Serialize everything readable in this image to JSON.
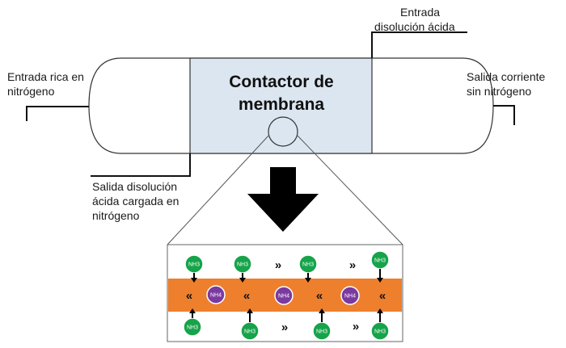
{
  "contactor": {
    "title_line1": "Contactor de",
    "title_line2": "membrana"
  },
  "labels": {
    "inlet_rich_line1": "Entrada rica en",
    "inlet_rich_line2": "nitrógeno",
    "outlet_free_line1": "Salida corriente",
    "outlet_free_line2": "sin nitrógeno",
    "acid_inlet_line1": "Entrada",
    "acid_inlet_line2": "disolución ácida",
    "acid_outlet_line1": "Salida disolución",
    "acid_outlet_line2": "ácida cargada en",
    "acid_outlet_line3": "nitrógeno"
  },
  "molecules": {
    "ammonia": "NH3",
    "ammonium": "NH4"
  },
  "flow_symbol_forward": "»",
  "flow_symbol_back": "«",
  "colors": {
    "vessel_ends": "#ffffff",
    "contactor_fill": "#dce6f0",
    "membrane_band": "#ee7f2d",
    "ammonia": "#16a34a",
    "ammonium": "#7a3aa0",
    "arrow": "#000000"
  }
}
